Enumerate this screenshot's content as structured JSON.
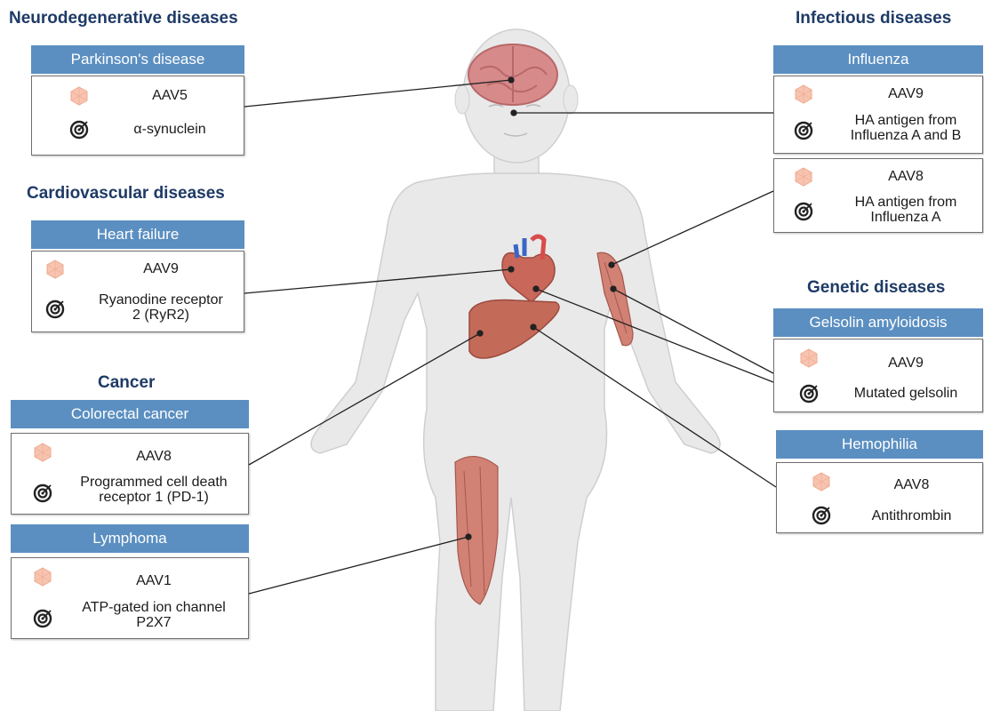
{
  "headings": {
    "neuro": "Neurodegenerative diseases",
    "infectious": "Infectious diseases",
    "cardio": "Cardiovascular diseases",
    "genetic": "Genetic diseases",
    "cancer": "Cancer"
  },
  "cards": {
    "parkinsons": {
      "disease": "Parkinson's disease",
      "vector": "AAV5",
      "target": "α-synuclein"
    },
    "influenza_a": {
      "disease": "Influenza",
      "vector": "AAV9",
      "target": "HA antigen from\nInfluenza A and B"
    },
    "influenza_b": {
      "vector": "AAV8",
      "target": "HA antigen from\nInfluenza A"
    },
    "heart": {
      "disease": "Heart failure",
      "vector": "AAV9",
      "target": "Ryanodine receptor\n2 (RyR2)"
    },
    "gelsolin": {
      "disease": "Gelsolin amyloidosis",
      "vector": "AAV9",
      "target": "Mutated gelsolin"
    },
    "colorectal": {
      "disease": "Colorectal cancer",
      "vector": "AAV8",
      "target": "Programmed cell death\nreceptor 1 (PD-1)"
    },
    "hemophilia": {
      "disease": "Hemophilia",
      "vector": "AAV8",
      "target": "Antithrombin"
    },
    "lymphoma": {
      "disease": "Lymphoma",
      "vector": "AAV1",
      "target": "ATP-gated ion channel\nP2X7"
    }
  },
  "icons": {
    "vector": "aav-capsid-icon",
    "target": "target-icon"
  },
  "colors": {
    "heading": "#1e3a66",
    "banner": "#5b8fc1",
    "capsid": "#f7c4b0",
    "body": "#e9e9e9",
    "organ": "#c8675a",
    "muscle": "#d28275"
  }
}
